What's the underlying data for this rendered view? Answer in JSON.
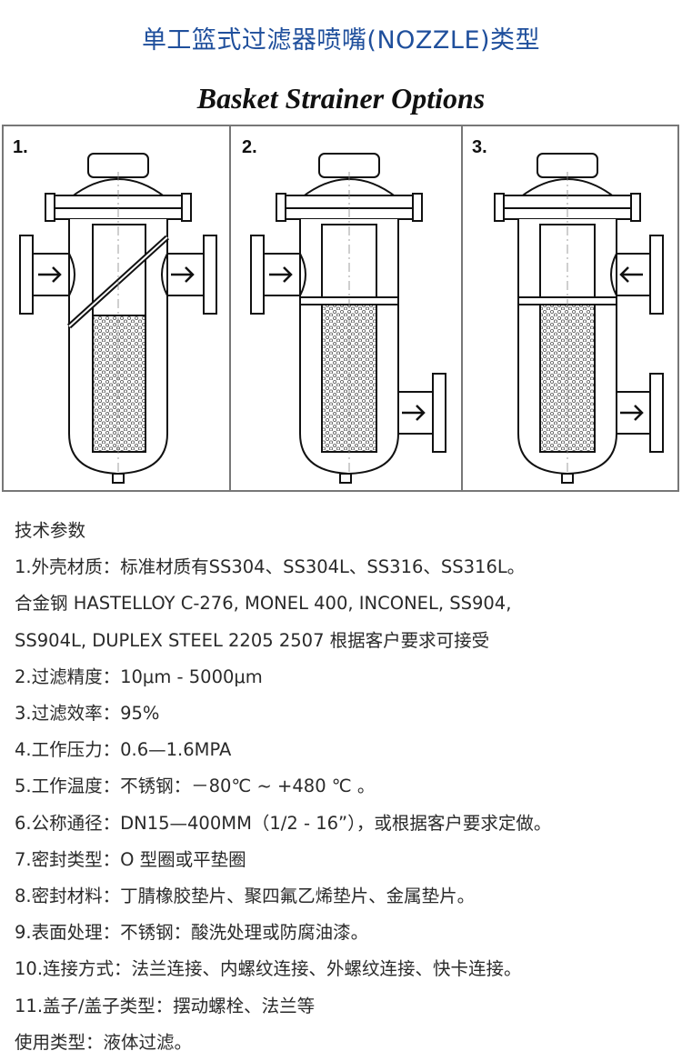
{
  "title_cn": "单工篮式过滤器喷嘴(NOZZLE)类型",
  "title_en": "Basket Strainer Options",
  "diagrams": [
    {
      "number": "1."
    },
    {
      "number": "2."
    },
    {
      "number": "3."
    }
  ],
  "specs": {
    "heading": "技术参数",
    "lines": [
      "1.外壳材质：标准材质有SS304、SS304L、SS316、SS316L。",
      "合金钢 HASTELLOY C-276, MONEL 400, INCONEL, SS904,",
      "SS904L, DUPLEX STEEL 2205 2507 根据客户要求可接受",
      "2.过滤精度：10μm - 5000μm",
      "3.过滤效率：95%",
      "4.工作压力：0.6—1.6MPA",
      "5.工作温度：不锈钢：－80℃ ~ +480 ℃ 。",
      "6.公称通径：DN15—400MM（1/2 - 16”），或根据客户要求定做。",
      "7.密封类型：O 型圈或平垫圈",
      "8.密封材料：丁腈橡胶垫片、聚四氟乙烯垫片、金属垫片。",
      "9.表面处理：不锈钢：酸洗处理或防腐油漆。",
      "10.连接方式：法兰连接、内螺纹连接、外螺纹连接、快卡连接。",
      "11.盖子/盖子类型：摆动螺栓、法兰等",
      "使用类型：液体过滤。"
    ]
  }
}
